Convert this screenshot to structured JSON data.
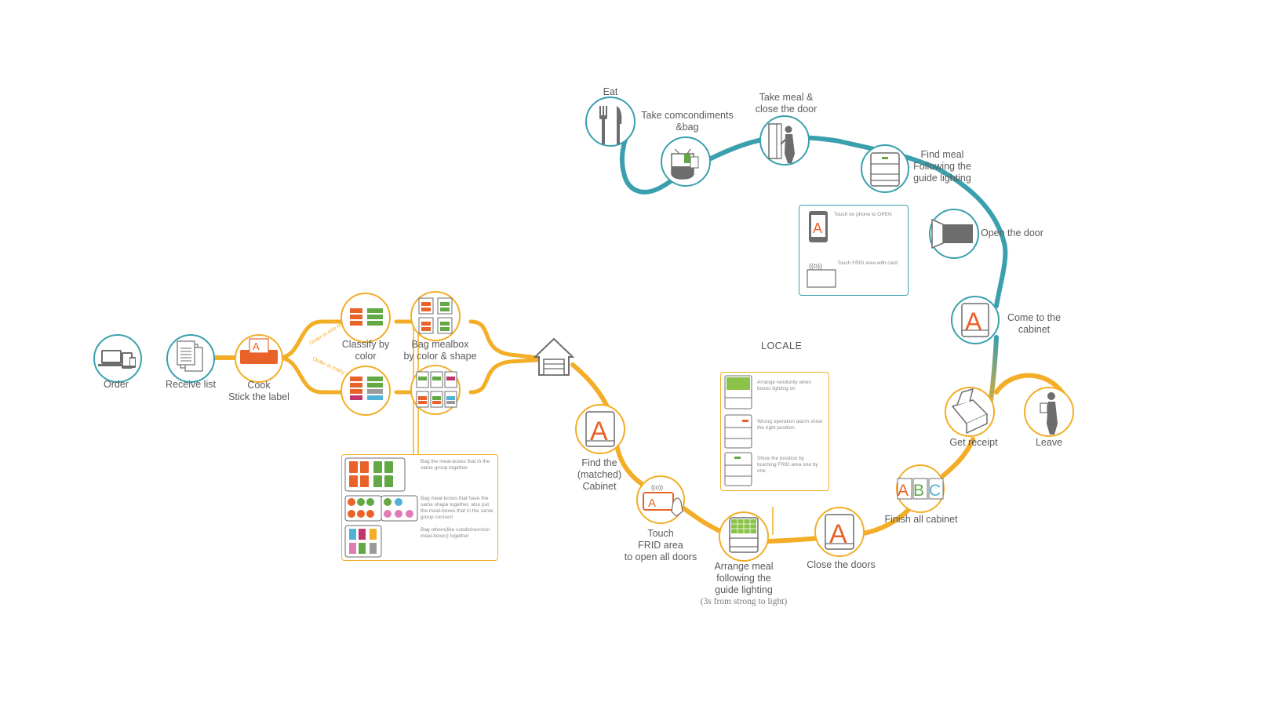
{
  "colors": {
    "teal": "#3aa0ae",
    "orange": "#f3ad27",
    "accent_orange": "#e8622a",
    "green": "#63a844",
    "gray_icon": "#6d6d6d"
  },
  "steps": [
    {
      "id": "order",
      "lines": [
        "Order"
      ],
      "icon": "devices-icon"
    },
    {
      "id": "receive",
      "lines": [
        "Receive list"
      ],
      "icon": "list-icon"
    },
    {
      "id": "cook",
      "lines": [
        "Cook",
        "Stick the label"
      ],
      "icon": "label-printer-icon"
    },
    {
      "id": "classify",
      "lines": [
        "Classify by",
        "color"
      ],
      "icon": "color-blocks-icon"
    },
    {
      "id": "bag",
      "lines": [
        "Bag mealbox",
        "by color & shape"
      ],
      "icon": "bag-icon"
    },
    {
      "id": "find_cabinet",
      "lines": [
        "Find the",
        "(matched)",
        "Cabinet"
      ],
      "icon": "cabinet-a-icon"
    },
    {
      "id": "touch",
      "lines": [
        "Touch",
        "FRID area",
        "to open all doors"
      ],
      "icon": "touch-card-icon"
    },
    {
      "id": "arrange",
      "lines": [
        "Arrange meal",
        "following the",
        "guide lighting"
      ],
      "sub": "(3s from strong to light)",
      "icon": "grid-cabinet-icon"
    },
    {
      "id": "close",
      "lines": [
        "Close the doors"
      ],
      "icon": "cabinet-a-icon"
    },
    {
      "id": "finish",
      "lines": [
        "Finish all cabinet"
      ],
      "icon": "abc-icon"
    },
    {
      "id": "receipt",
      "lines": [
        "Get receipt"
      ],
      "icon": "receipt-icon"
    },
    {
      "id": "leave",
      "lines": [
        "Leave"
      ],
      "icon": "person-bag-icon"
    },
    {
      "id": "come",
      "lines": [
        "Come to the",
        "cabinet"
      ],
      "icon": "cabinet-a-icon"
    },
    {
      "id": "open",
      "lines": [
        "Open the door"
      ],
      "icon": "open-door-icon"
    },
    {
      "id": "findmeal",
      "lines": [
        "Find meal",
        "Following the",
        "guide lighting"
      ],
      "icon": "lit-cabinet-icon"
    },
    {
      "id": "take",
      "lines": [
        "Take meal &",
        "close the door"
      ],
      "icon": "person-door-icon"
    },
    {
      "id": "condiments",
      "lines": [
        "Take comcondiments",
        "&bag"
      ],
      "icon": "condiments-icon"
    },
    {
      "id": "eat",
      "lines": [
        "Eat"
      ],
      "icon": "fork-knife-icon"
    }
  ],
  "branch_labels": {
    "upper": "Order in one restaurant",
    "lower": "Order in many restaurants"
  },
  "locale_label": "LOCALE",
  "open_box": {
    "phone_note": "Touch on phone to OPEN",
    "card_note": "Touch FRID area with card"
  },
  "locale_box": {
    "notes": [
      "Arrange rendomly when boxes lighting on",
      "Wrong operation alarm show the right position",
      "Show the position by touching FRID area one by one"
    ]
  },
  "bag_box": {
    "notes": [
      "Bag the meal-boxes that in the same group together",
      "Bag meal-boxes that have the same shape together, also put the meal-boxes that in the same group connect",
      "Bag others(like subdishes/rice/ meal-boxes) together"
    ]
  }
}
